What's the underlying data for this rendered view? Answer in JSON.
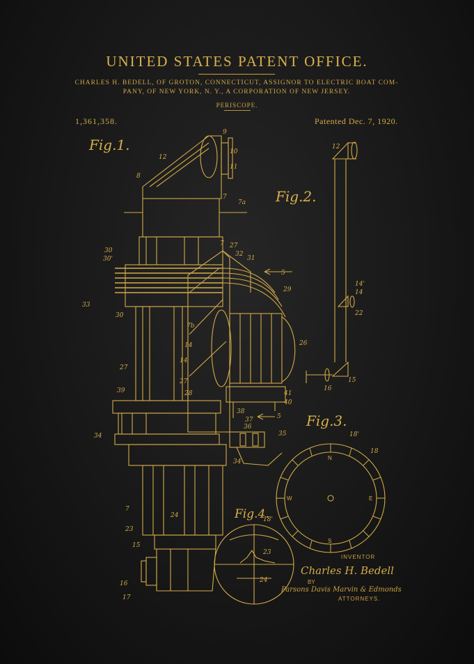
{
  "header": {
    "title": "UNITED STATES PATENT OFFICE.",
    "subtitle_line1": "CHARLES H. BEDELL, OF GROTON, CONNECTICUT, ASSIGNOR TO ELECTRIC BOAT COM-",
    "subtitle_line2": "PANY, OF NEW YORK, N. Y., A CORPORATION OF NEW JERSEY.",
    "invention": "PERISCOPE."
  },
  "patent": {
    "number": "1,361,358.",
    "date": "Patented Dec. 7, 1920."
  },
  "figures": {
    "fig1": "Fig.1.",
    "fig2": "Fig.2.",
    "fig3": "Fig.3.",
    "fig4": "Fig.4."
  },
  "signatures": {
    "inventor_label": "INVENTOR",
    "inventor_name": "Charles H. Bedell",
    "by_label": "BY",
    "attorneys_names": "Parsons Davis Marvin & Edmonds",
    "attorneys_label": "ATTORNEYS."
  },
  "colors": {
    "background": "#181818",
    "ink": "#d9b04a"
  }
}
